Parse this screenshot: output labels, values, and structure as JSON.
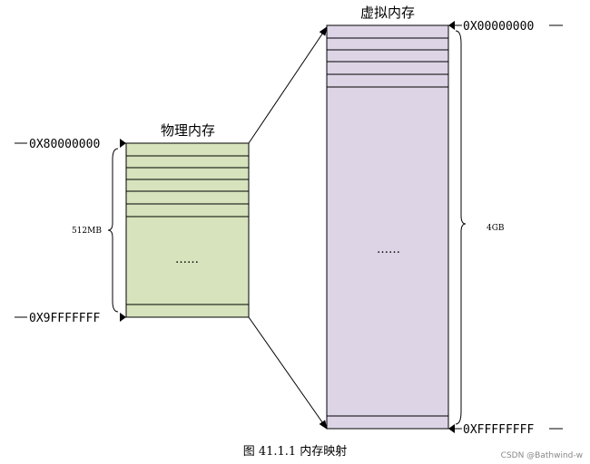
{
  "diagram": {
    "physical": {
      "title": "物理内存",
      "start_addr": "0X80000000",
      "end_addr": "0X9FFFFFFF",
      "size": "512MB",
      "ellipsis": "……",
      "fill": "#d6e3bd"
    },
    "virtual": {
      "title": "虚拟内存",
      "start_addr": "0X00000000",
      "end_addr": "0XFFFFFFFF",
      "size": "4GB",
      "ellipsis": "……",
      "fill": "#ddd5e6"
    },
    "caption": "图 41.1.1  内存映射",
    "watermark": "CSDN @Bathwind-w"
  }
}
